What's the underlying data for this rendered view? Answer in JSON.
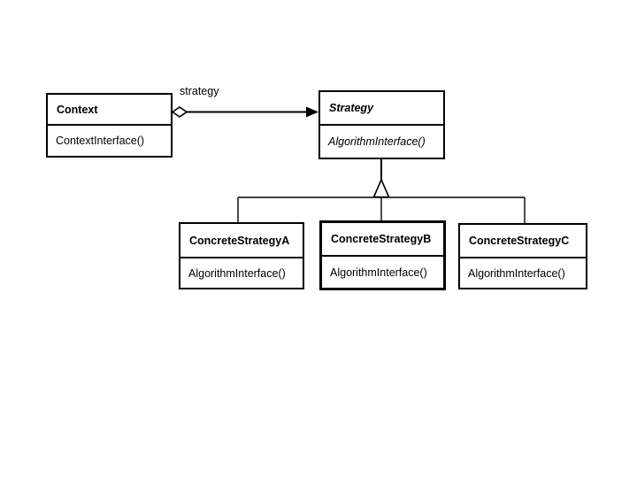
{
  "diagram": {
    "kind": "uml-class-diagram",
    "pattern": "Strategy",
    "background_color": "#ffffff",
    "line_color": "#000000",
    "box_fill_color": "#ffffff",
    "classes": [
      {
        "name": "Context",
        "methods": [
          "ContextInterface()"
        ],
        "abstract": false
      },
      {
        "name": "Strategy",
        "methods": [
          "AlgorithmInterface()"
        ],
        "abstract": true
      },
      {
        "name": "ConcreteStrategyA",
        "methods": [
          "AlgorithmInterface()"
        ],
        "abstract": false
      },
      {
        "name": "ConcreteStrategyB",
        "methods": [
          "AlgorithmInterface()"
        ],
        "abstract": false
      },
      {
        "name": "ConcreteStrategyC",
        "methods": [
          "AlgorithmInterface()"
        ],
        "abstract": false
      }
    ],
    "association": {
      "label": "strategy",
      "from": "Context",
      "to": "Strategy",
      "type": "aggregation-arrow"
    },
    "inheritance": {
      "parent": "Strategy",
      "children": [
        "ConcreteStrategyA",
        "ConcreteStrategyB",
        "ConcreteStrategyC"
      ]
    }
  }
}
